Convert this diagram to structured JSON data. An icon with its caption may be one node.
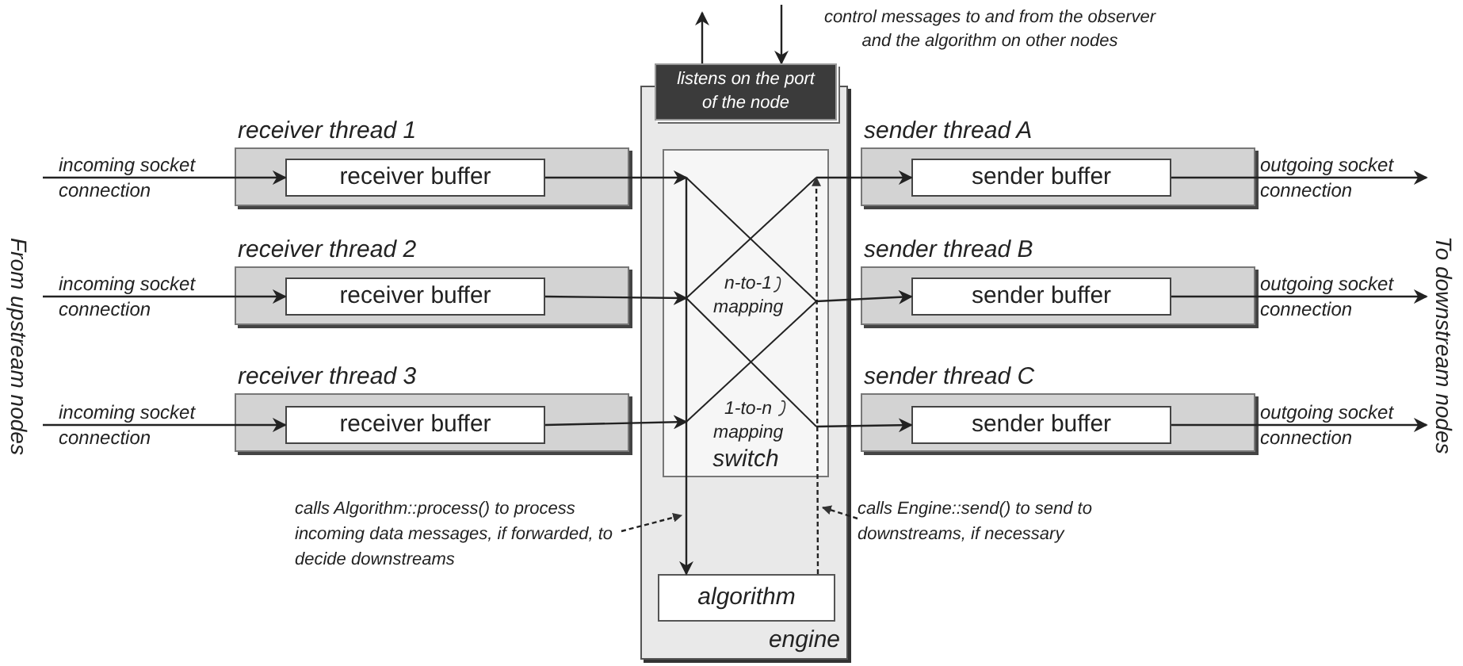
{
  "diagram": {
    "nodes": [
      {
        "text": [
          "listens on the port of the node"
        ]
      },
      {
        "text": [
          "engine"
        ]
      },
      {
        "text": [
          "switch"
        ],
        "in": 1
      },
      {
        "text": [
          "algorithm"
        ],
        "in": 1
      },
      {
        "text": [
          "receiver thread 1"
        ]
      },
      {
        "text": [
          "receiver buffer"
        ],
        "in": 4
      },
      {
        "text": [
          "receiver thread 2"
        ]
      },
      {
        "text": [
          "receiver buffer"
        ],
        "in": 6
      },
      {
        "text": [
          "receiver thread 3"
        ]
      },
      {
        "text": [
          "receiver buffer"
        ],
        "in": 8
      },
      {
        "text": [
          "sender thread A"
        ]
      },
      {
        "text": [
          "sender buffer"
        ],
        "in": 10
      },
      {
        "text": [
          "sender thread B"
        ]
      },
      {
        "text": [
          "sender buffer"
        ],
        "in": 12
      },
      {
        "text": [
          "sender thread C"
        ]
      },
      {
        "text": [
          "sender buffer"
        ],
        "in": 14
      },
      {
        "text": [
          "calls Algorithm::process() to process incoming data messages, if forwarded, to decide downstreams"
        ]
      },
      {
        "text": [
          "calls Engine::send() to send to downstreams, if necessary"
        ]
      },
      {
        "text": [
          "From upstream nodes"
        ]
      },
      {
        "text": [
          "To downstream nodes"
        ]
      }
    ],
    "edges": [
      {
        "from": 0,
        "to": null,
        "arrow": "to"
      },
      {
        "from": null,
        "to": 0,
        "arrow": "to"
      },
      {
        "from": 18,
        "to": 5,
        "arrow": "to",
        "label": "incoming socket connection"
      },
      {
        "from": 18,
        "to": 7,
        "arrow": "to",
        "label": "incoming socket connection"
      },
      {
        "from": 18,
        "to": 9,
        "arrow": "to",
        "label": "incoming socket connection"
      },
      {
        "from": 5,
        "to": 2,
        "arrow": "to"
      },
      {
        "from": 7,
        "to": 2,
        "arrow": "to"
      },
      {
        "from": 9,
        "to": 2,
        "arrow": "to"
      },
      {
        "from": 2,
        "to": 11,
        "arrow": "to"
      },
      {
        "from": 2,
        "to": 13,
        "arrow": "to"
      },
      {
        "from": 2,
        "to": 15,
        "arrow": "to"
      },
      {
        "from": 11,
        "to": 19,
        "arrow": "to",
        "label": "outgoing socket connection"
      },
      {
        "from": 13,
        "to": 19,
        "arrow": "to",
        "label": "outgoing socket connection"
      },
      {
        "from": 15,
        "to": 19,
        "arrow": "to",
        "label": "outgoing socket connection"
      },
      {
        "from": 2,
        "to": 3,
        "arrow": "to"
      },
      {
        "from": 3,
        "to": 2,
        "arrow": "to",
        "style": "dashed"
      },
      {
        "from": 16,
        "to": 1,
        "arrow": "to",
        "style": "dashed"
      },
      {
        "from": 17,
        "to": 1,
        "arrow": "to",
        "style": "dashed"
      }
    ],
    "labels": [
      "control messages to and from the observer and the algorithm on other nodes",
      "n-to-1 mapping",
      "1-to-n mapping"
    ]
  }
}
